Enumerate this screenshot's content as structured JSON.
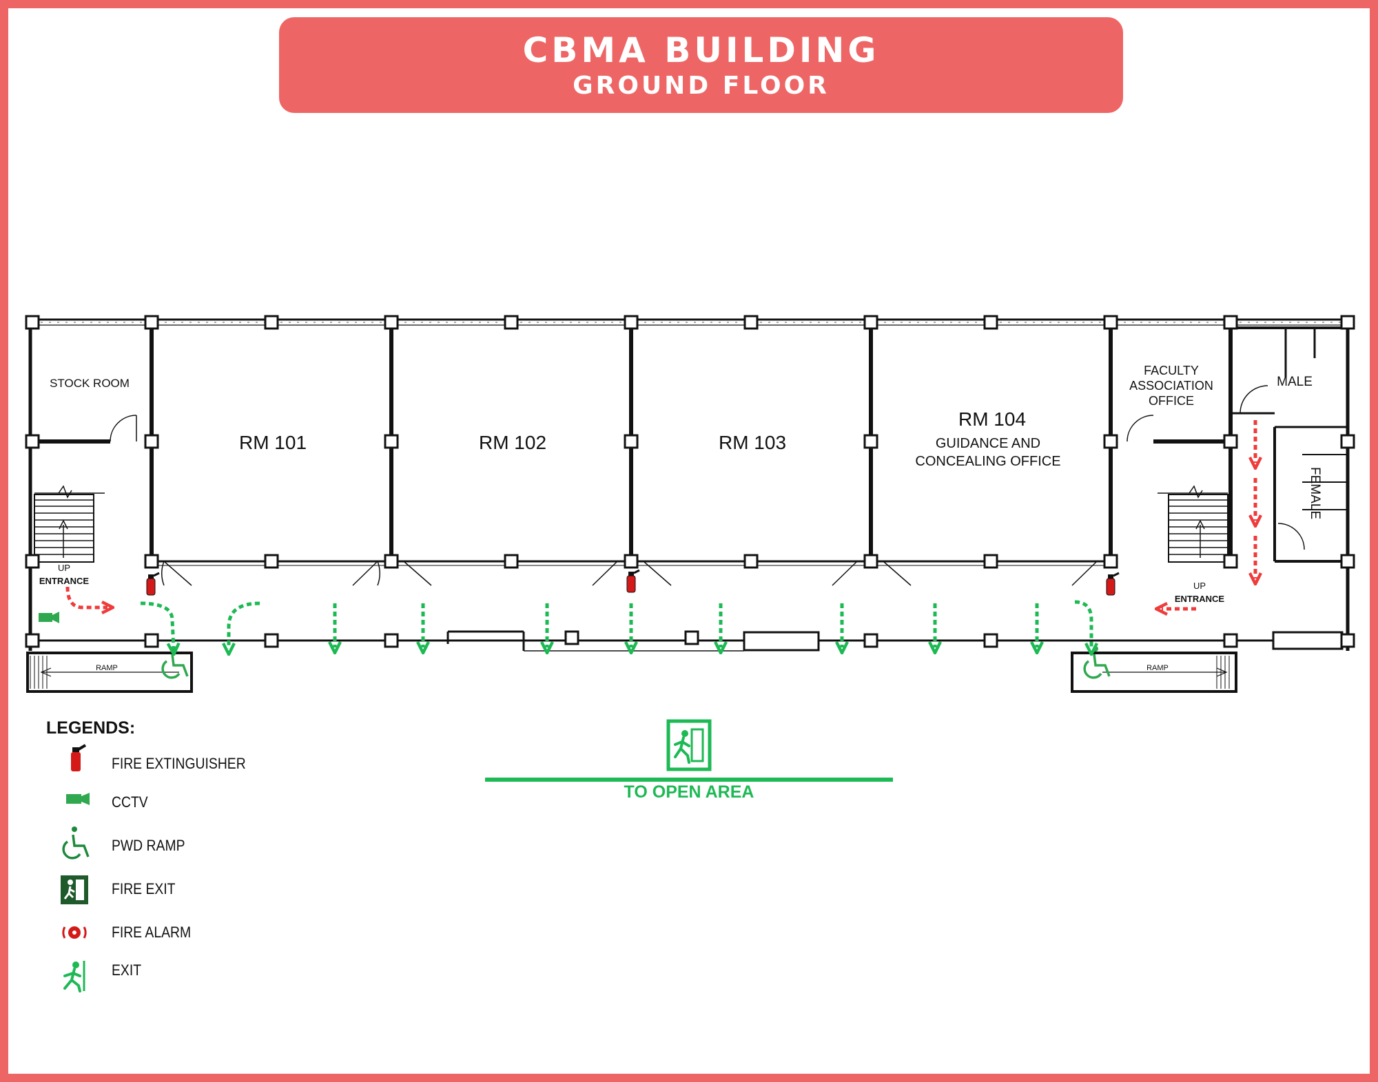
{
  "header": {
    "title": "CBMA BUILDING",
    "subtitle": "GROUND FLOOR"
  },
  "rooms": {
    "stock_room": "STOCK ROOM",
    "rm101": "RM 101",
    "rm102": "RM 102",
    "rm103": "RM 103",
    "rm104": "RM 104",
    "rm104_sub_1": "GUIDANCE AND",
    "rm104_sub_2": "CONCEALING OFFICE",
    "faculty_1": "FACULTY",
    "faculty_2": "ASSOCIATION",
    "faculty_3": "OFFICE",
    "male": "MALE",
    "female": "FEMALE"
  },
  "labels": {
    "up": "UP",
    "entrance": "ENTRANCE",
    "ramp": "RAMP"
  },
  "exit_sign": {
    "caption": "TO OPEN AREA"
  },
  "legend": {
    "title": "LEGENDS:",
    "items": [
      {
        "label": "FIRE EXTINGUISHER",
        "icon": "fire-extinguisher-icon"
      },
      {
        "label": "CCTV",
        "icon": "cctv-icon"
      },
      {
        "label": "PWD RAMP",
        "icon": "wheelchair-icon"
      },
      {
        "label": "FIRE EXIT",
        "icon": "fire-exit-icon"
      },
      {
        "label": "FIRE ALARM",
        "icon": "fire-alarm-icon"
      },
      {
        "label": "EXIT",
        "icon": "exit-running-man-icon"
      }
    ]
  },
  "colors": {
    "frame": "#ee6565",
    "evacuation_route": "#1db954",
    "internal_route": "#ef3b3b",
    "wall": "#111111"
  }
}
